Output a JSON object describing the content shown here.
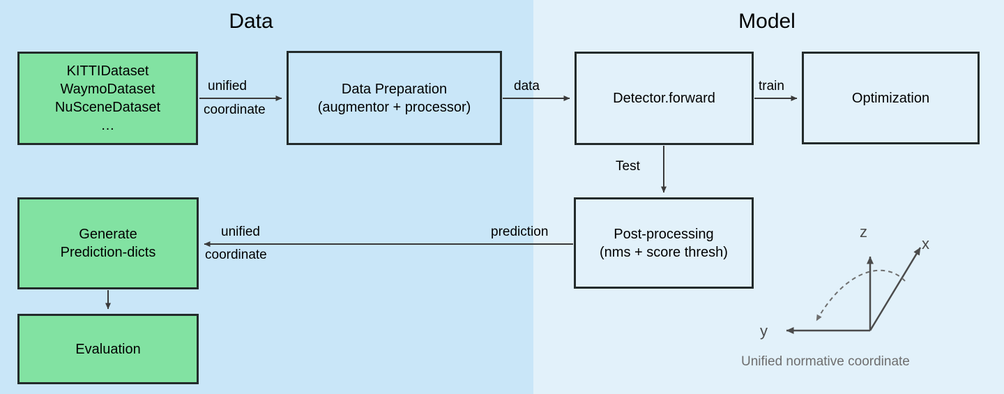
{
  "sections": [
    {
      "id": "data",
      "title": "Data"
    },
    {
      "id": "model",
      "title": "Model"
    }
  ],
  "colors": {
    "data_panel_bg": "#c9e6f8",
    "model_panel_bg": "#e2f1fa",
    "green_node": "#82e2a2",
    "node_border": "#232b2b",
    "arrow": "#3a3a3a",
    "axis_gray": "#6e6e6e"
  },
  "nodes": [
    {
      "id": "datasets",
      "label": "KITTIDataset\nWaymoDataset\nNuSceneDataset\n…"
    },
    {
      "id": "data-prep",
      "label": "Data Preparation\n(augmentor + processor)"
    },
    {
      "id": "detector",
      "label": "Detector.forward"
    },
    {
      "id": "optimization",
      "label": "Optimization"
    },
    {
      "id": "post-proc",
      "label": "Post-processing\n(nms + score thresh)"
    },
    {
      "id": "generate",
      "label": "Generate\nPrediction-dicts"
    },
    {
      "id": "evaluation",
      "label": "Evaluation"
    }
  ],
  "edges": [
    {
      "id": "datasets-to-prep",
      "line1": "unified",
      "line2": "coordinate"
    },
    {
      "id": "prep-to-detector",
      "line1": "data"
    },
    {
      "id": "detector-to-optim",
      "line1": "train"
    },
    {
      "id": "detector-to-post",
      "line1": "Test"
    },
    {
      "id": "post-to-generate",
      "line1": "prediction",
      "line2": "unified",
      "line3": "coordinate"
    },
    {
      "id": "generate-to-eval",
      "line1": ""
    }
  ],
  "coordinate_widget": {
    "caption": "Unified normative coordinate",
    "axes": [
      {
        "id": "z",
        "label": "z"
      },
      {
        "id": "x",
        "label": "x"
      },
      {
        "id": "y",
        "label": "y"
      }
    ]
  }
}
